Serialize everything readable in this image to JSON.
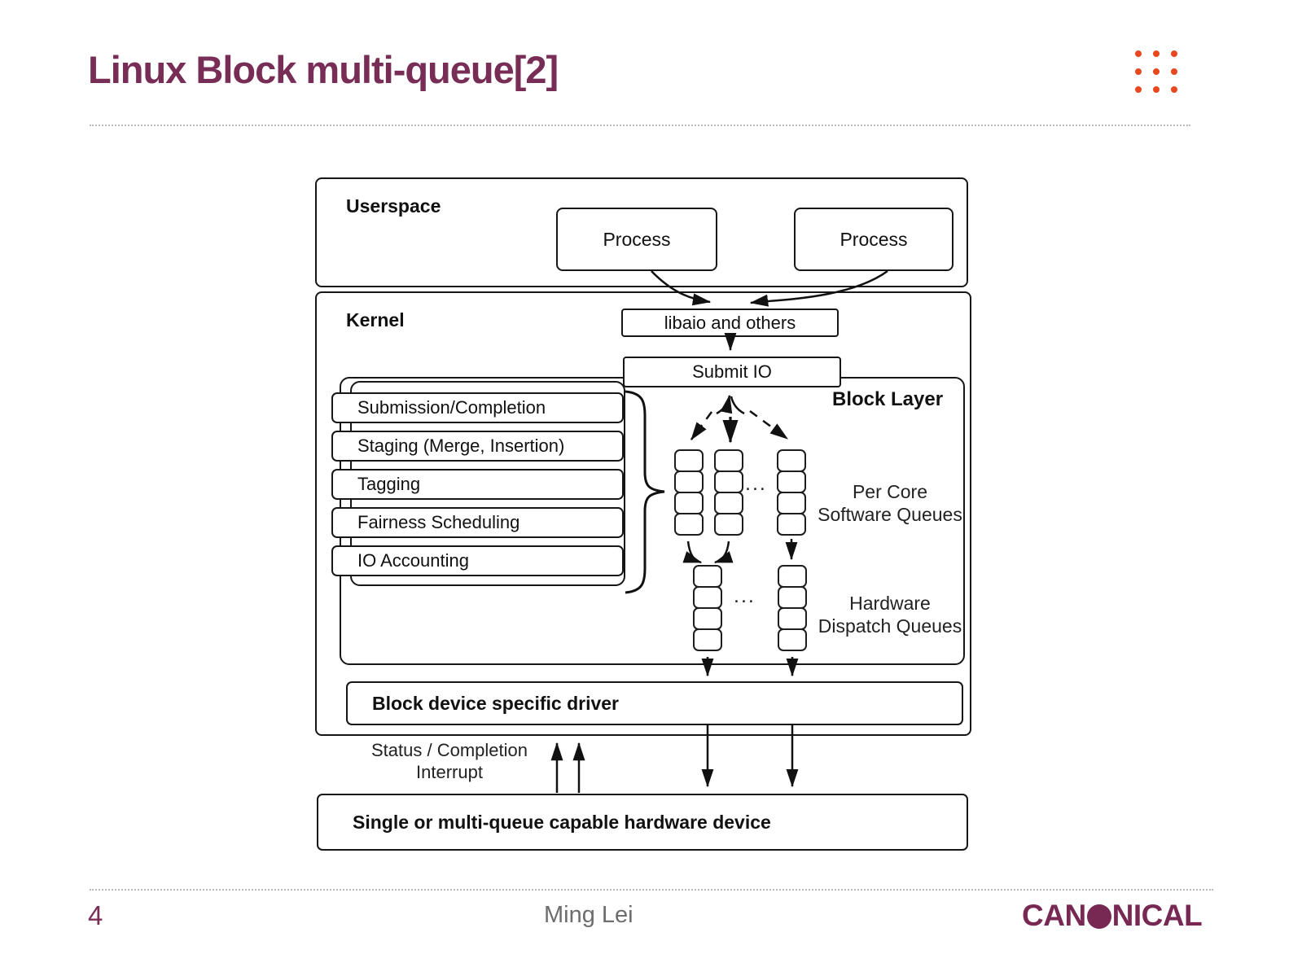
{
  "slide": {
    "title": "Linux Block multi-queue[2]",
    "page_number": "4",
    "author": "Ming Lei",
    "logo_pre": "CAN",
    "logo_post": "NICAL"
  },
  "colors": {
    "accent_aubergine": "#772d56",
    "logo_aubergine": "#772953",
    "dots_orange": "#e8481e",
    "footer_gray": "#6d6d6d",
    "diagram_stroke": "#161616"
  },
  "diagram": {
    "userspace_label": "Userspace",
    "process1_label": "Process",
    "process2_label": "Process",
    "kernel_label": "Kernel",
    "libaio_label": "libaio and others",
    "submit_io_label": "Submit IO",
    "block_layer_label": "Block Layer",
    "stack_items": [
      "Submission/Completion",
      "Staging (Merge, Insertion)",
      "Tagging",
      "Fairness Scheduling",
      "IO Accounting"
    ],
    "ellipsis": "...",
    "software_queues_label_line1": "Per Core",
    "software_queues_label_line2": "Software Queues",
    "hardware_queues_label_line1": "Hardware",
    "hardware_queues_label_line2": "Dispatch Queues",
    "driver_label": "Block device specific driver",
    "status_label_line1": "Status / Completion",
    "status_label_line2": "Interrupt",
    "hardware_device_label": "Single or multi-queue capable hardware device"
  }
}
